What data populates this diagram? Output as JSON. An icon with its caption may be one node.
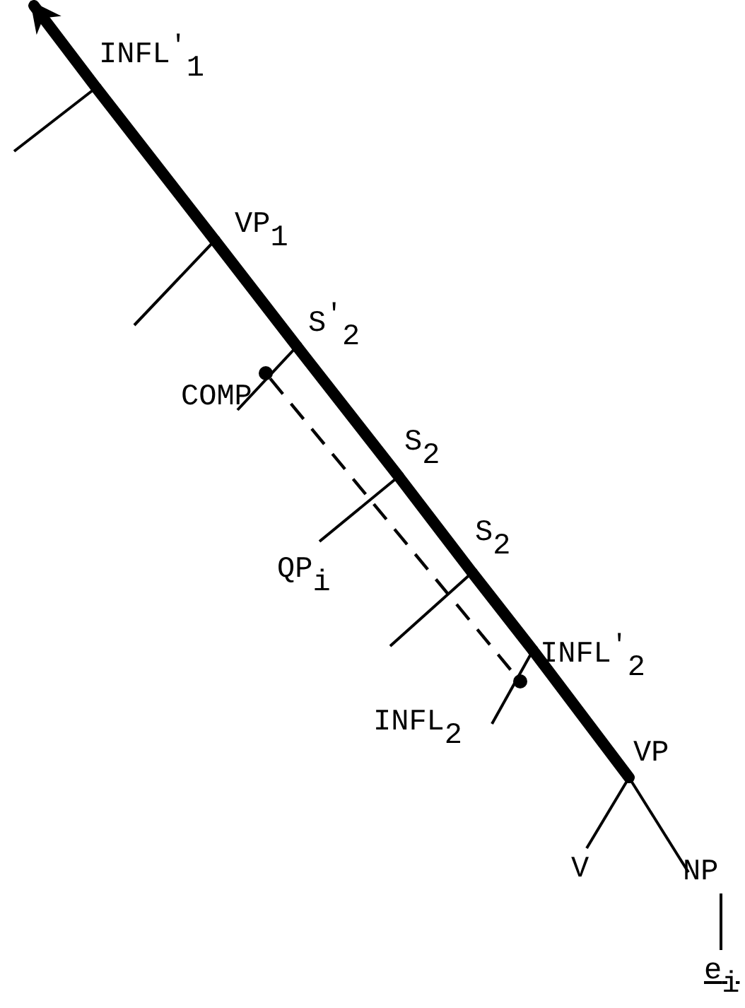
{
  "diagram": {
    "nodes": [
      {
        "text": [
          "INFL$^{'}$$_{1}$"
        ]
      },
      {
        "text": [
          "VP$_{1}$"
        ]
      },
      {
        "text": [
          "S$^{'}$$_{2}$"
        ]
      },
      {
        "text": [
          "COMP"
        ]
      },
      {
        "text": [
          "S$_{2}$"
        ]
      },
      {
        "text": [
          "QP$_{i}$"
        ]
      },
      {
        "text": [
          "S$_{2}$"
        ]
      },
      {
        "text": [
          "INFL$^{'}$$_{2}$"
        ]
      },
      {
        "text": [
          "INFL$_{2}$"
        ]
      },
      {
        "text": [
          "VP"
        ]
      },
      {
        "text": [
          "V"
        ]
      },
      {
        "text": [
          "NP"
        ]
      },
      {
        "text": [
          "e$_{i}$"
        ]
      },
      {
        "text": [],
        "shape": "circle"
      },
      {
        "text": [],
        "shape": "circle"
      }
    ],
    "edges": [
      {
        "from": 9,
        "to": 7,
        "arrow": "none",
        "style": "thick"
      },
      {
        "from": 7,
        "to": 6,
        "arrow": "none",
        "style": "thick"
      },
      {
        "from": 6,
        "to": 4,
        "arrow": "none",
        "style": "thick"
      },
      {
        "from": 4,
        "to": 2,
        "arrow": "none",
        "style": "thick"
      },
      {
        "from": 2,
        "to": 1,
        "arrow": "none",
        "style": "thick"
      },
      {
        "from": 1,
        "to": 0,
        "arrow": "none",
        "style": "thick"
      },
      {
        "from": 0,
        "to": null,
        "arrow": "to",
        "style": "thick"
      },
      {
        "from": 0,
        "to": null,
        "arrow": "none"
      },
      {
        "from": 1,
        "to": null,
        "arrow": "none"
      },
      {
        "from": 2,
        "to": 3,
        "arrow": "none"
      },
      {
        "from": 4,
        "to": 5,
        "arrow": "none"
      },
      {
        "from": 6,
        "to": null,
        "arrow": "none"
      },
      {
        "from": 7,
        "to": 8,
        "arrow": "none"
      },
      {
        "from": 9,
        "to": 10,
        "arrow": "none"
      },
      {
        "from": 9,
        "to": 11,
        "arrow": "none"
      },
      {
        "from": 11,
        "to": 12,
        "arrow": "none"
      },
      {
        "from": 13,
        "to": 14,
        "arrow": "none",
        "style": "dashed"
      }
    ]
  }
}
